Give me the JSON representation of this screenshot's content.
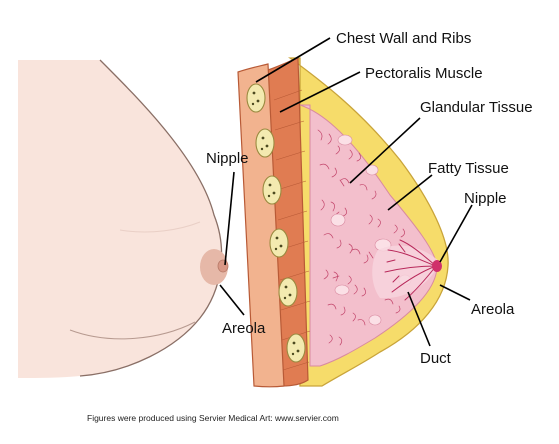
{
  "labels": {
    "chest_wall": "Chest Wall and Ribs",
    "pectoralis": "Pectoralis Muscle",
    "glandular": "Glandular Tissue",
    "fatty": "Fatty Tissue",
    "nipple_side": "Nipple",
    "nipple_front": "Nipple",
    "areola_front": "Areola",
    "areola_side": "Areola",
    "duct": "Duct"
  },
  "credit": "Figures were produced using Servier Medical Art: www.servier.com",
  "colors": {
    "skin": "#f9e4dc",
    "skin_outline": "#8a6f66",
    "areola": "#e6b8a8",
    "muscle": "#e07c52",
    "muscle_fiber": "#b85a36",
    "fat": "#f6dc6a",
    "fat_outline": "#c9a43a",
    "gland": "#f3bfcc",
    "gland_vein": "#c2446a",
    "lobule": "#fbe0e6",
    "nipple": "#d0306a",
    "rib_fill": "#f3eab0",
    "rib_outline": "#9a8a40",
    "rib_dot": "#4d4a20"
  }
}
